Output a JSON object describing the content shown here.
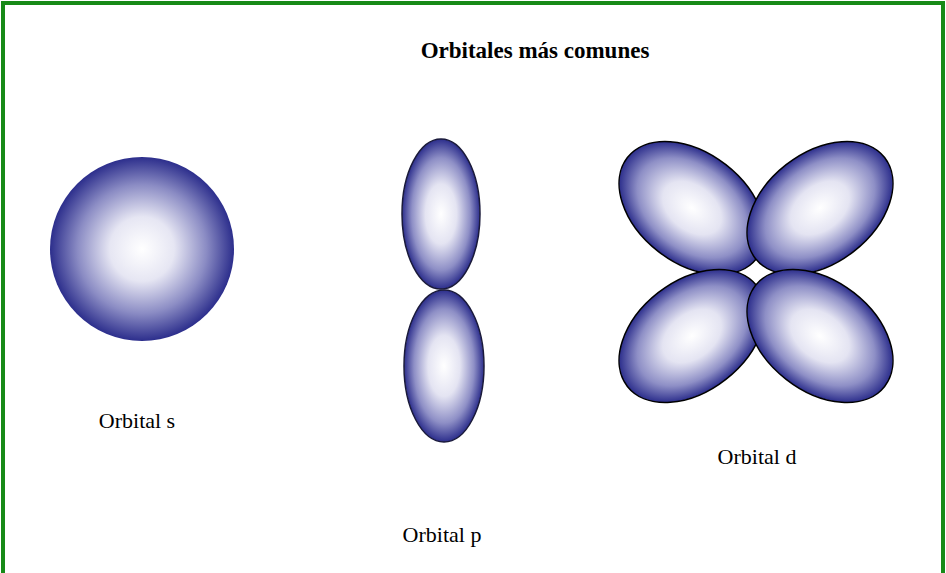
{
  "diagram": {
    "title": "Orbitales más comunes",
    "labels": [
      "Orbital s",
      "Orbital p",
      "Orbital d"
    ]
  }
}
